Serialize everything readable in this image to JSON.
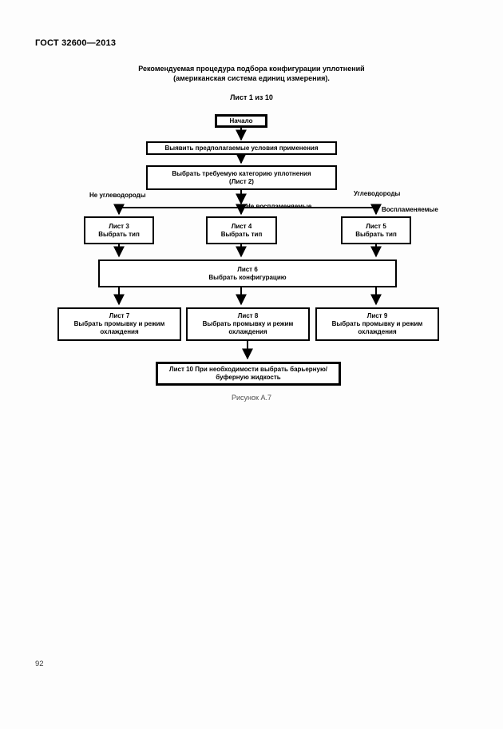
{
  "document": {
    "standard_code": "ГОСТ 32600—2013",
    "page_number": "92"
  },
  "figure": {
    "title_line1": "Рекомендуемая процедура подбора конфигурации уплотнений",
    "title_line2": "(американская система единиц измерения).",
    "sheet_indicator": "Лист 1 из 10",
    "caption": "Рисунок А.7"
  },
  "flowchart": {
    "nodes": {
      "start": {
        "label": "Начало"
      },
      "conditions": {
        "label": "Выявить предполагаемые условия применения"
      },
      "category": {
        "line1": "Выбрать требуемую категорию уплотнения",
        "line2": "(Лист 2)"
      },
      "sheet3": {
        "line1": "Лист 3",
        "line2": "Выбрать тип"
      },
      "sheet4": {
        "line1": "Лист 4",
        "line2": "Выбрать тип"
      },
      "sheet5": {
        "line1": "Лист 5",
        "line2": "Выбрать тип"
      },
      "sheet6": {
        "line1": "Лист 6",
        "line2": "Выбрать конфигурацию"
      },
      "sheet7": {
        "line1": "Лист 7",
        "line2": "Выбрать промывку и режим охлаждения"
      },
      "sheet8": {
        "line1": "Лист 8",
        "line2": "Выбрать промывку и режим охлаждения"
      },
      "sheet9": {
        "line1": "Лист 9",
        "line2": "Выбрать промывку и режим охлаждения"
      },
      "sheet10": {
        "label": "Лист 10 При необходимости выбрать барьерную/буферную жидкость"
      }
    },
    "branch_labels": {
      "non_hydrocarbons": "Не углеводороды",
      "hydrocarbons": "Углеводороды",
      "non_flammable": "Не воспламеняемые",
      "flammable": "Воспламеняемые"
    },
    "line_color": "#000000"
  }
}
